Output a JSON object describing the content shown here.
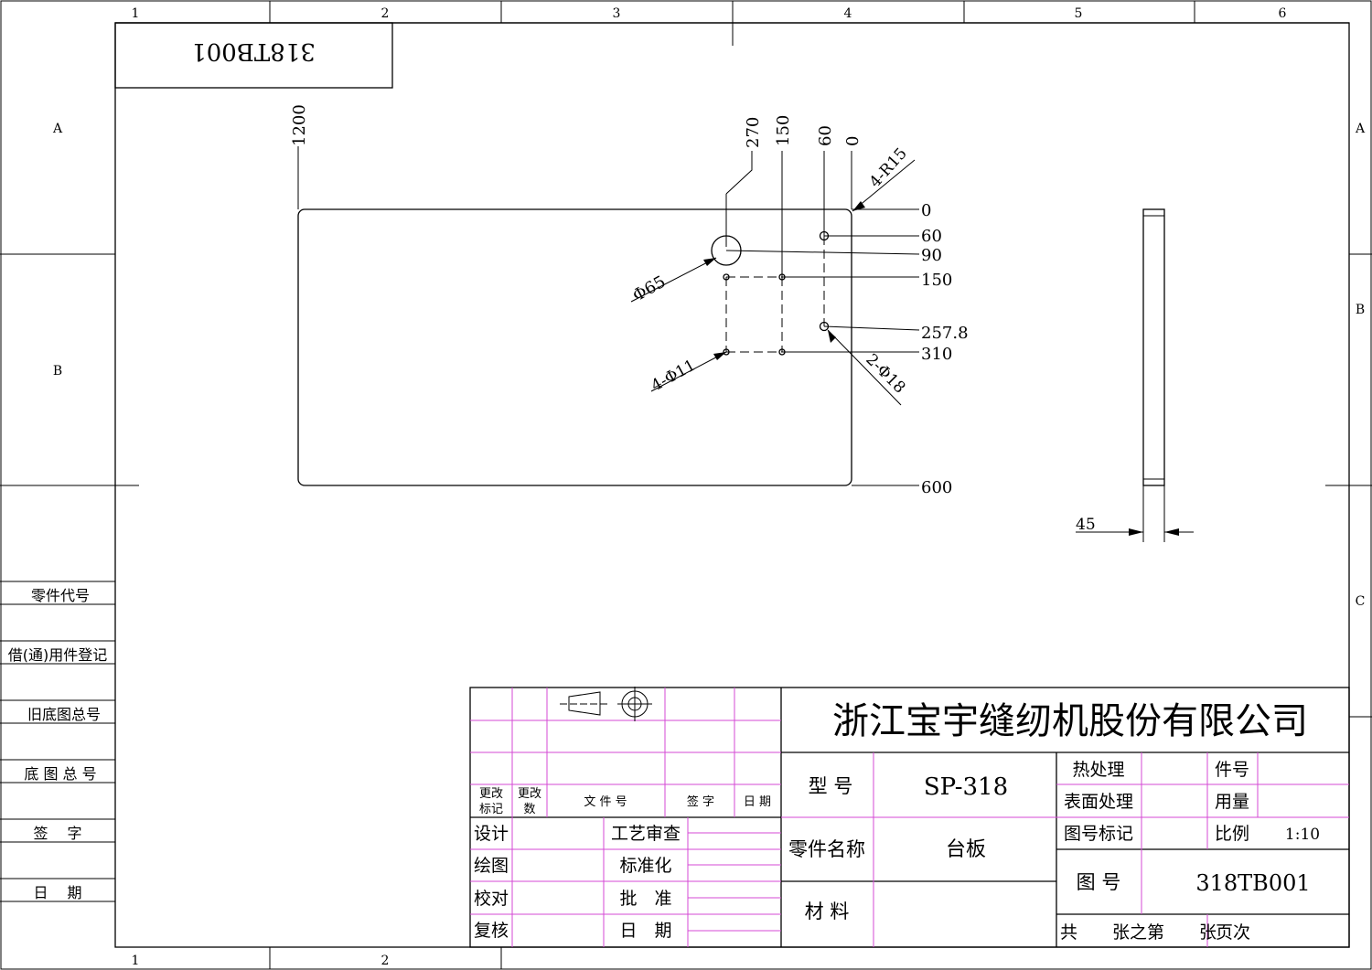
{
  "frame": {
    "top_columns": [
      "1",
      "2",
      "3",
      "4",
      "5",
      "6"
    ],
    "bottom_columns": [
      "1",
      "2"
    ],
    "left_rows": [
      "A",
      "B"
    ],
    "right_rows": [
      "A",
      "B",
      "C"
    ]
  },
  "stamp_code": "318TB001",
  "left_strip": {
    "labels": [
      "零件代号",
      "借(通)用件登记",
      "旧底图总号",
      "底 图 总 号",
      "签　 字",
      "日　 期"
    ]
  },
  "drawing": {
    "x_dims": [
      "1200",
      "270",
      "150",
      "60",
      "0"
    ],
    "y_dims": [
      "0",
      "60",
      "90",
      "150",
      "257.8",
      "310",
      "600"
    ],
    "callouts": {
      "corner_radius": "4-R15",
      "big_hole": "Φ65",
      "small_holes": "4-Φ11",
      "medium_holes": "2-Φ18"
    },
    "thickness": "45"
  },
  "title_block": {
    "company": "浙江宝宇缝纫机股份有限公司",
    "revision_headers": [
      "更改标记",
      "更改数",
      "文 件 号",
      "签 字",
      "日 期"
    ],
    "rev_mark_1": "更改",
    "rev_mark_2": "标记",
    "rev_count_1": "更改",
    "rev_count_2": "数",
    "file_no": "文 件 号",
    "signature": "签 字",
    "date": "日 期",
    "design": "设计",
    "process_review": "工艺审查",
    "drawing": "绘图",
    "standardization": "标准化",
    "check": "校对",
    "approve": "批　准",
    "review": "复核",
    "date2": "日　期",
    "model_label": "型 号",
    "model_value": "SP-318",
    "part_name_label": "零件名称",
    "part_name_value": "台板",
    "material_label": "材 料",
    "heat_treatment": "热处理",
    "surface_treatment": "表面处理",
    "drawing_mark": "图号标记",
    "drawing_no_label": "图 号",
    "drawing_no_value": "318TB001",
    "part_no": "件号",
    "quantity": "用量",
    "scale_label": "比例",
    "scale_value": "1:10",
    "sheets": "共　　张之第　　张",
    "page": "页次"
  }
}
